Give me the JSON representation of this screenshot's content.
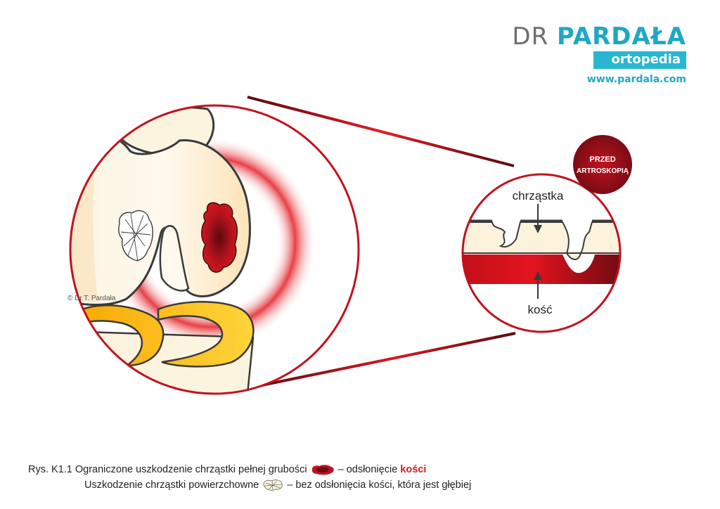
{
  "brand": {
    "title_light": "DR ",
    "title_bold": "PARDAŁA",
    "subtitle": "ortopedia",
    "url": "www.pardala.com"
  },
  "badge": {
    "line1": "PRZED",
    "line2": "ARTROSKOPIĄ"
  },
  "labels": {
    "cartilage": "chrząstka",
    "bone": "kość",
    "copyright": "© Dr T. Pardała"
  },
  "caption": {
    "line1_prefix": "Rys. K1.1 Ograniczone uszkodzenie chrząstki pełnej grubości",
    "line1_mid": "– odsłonięcie",
    "line1_emph": "kości",
    "line2_text": "Uszkodzenie chrząstki powierzchowne",
    "line2_suffix": "– bez odsłonięcia kości, która jest głębiej"
  },
  "colors": {
    "brand_gray": "#6d6e71",
    "brand_teal": "#1fa8c4",
    "lesion_red": "#c1121f",
    "dark_red": "#5a0a10",
    "cartilage": "#fdf2dc",
    "meniscus": "#f5b400"
  }
}
